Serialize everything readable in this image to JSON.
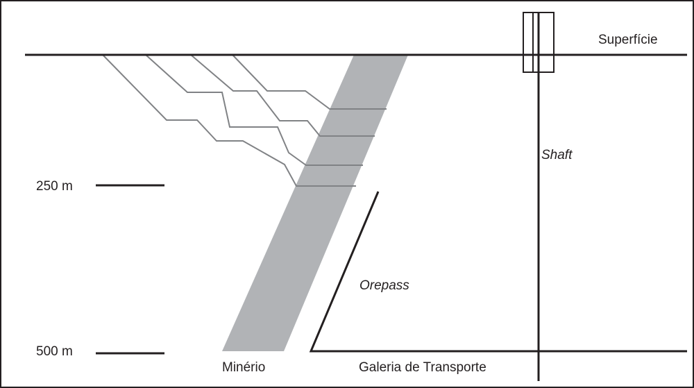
{
  "labels": {
    "surface": "Superfície",
    "shaft": "Shaft",
    "orepass": "Orepass",
    "ore": "Minério",
    "haulage": "Galeria de Transporte",
    "depth_250": "250 m",
    "depth_500": "500 m"
  },
  "colors": {
    "line": "#231f20",
    "ore_body": "#b1b3b6",
    "ramp": "#808285"
  }
}
